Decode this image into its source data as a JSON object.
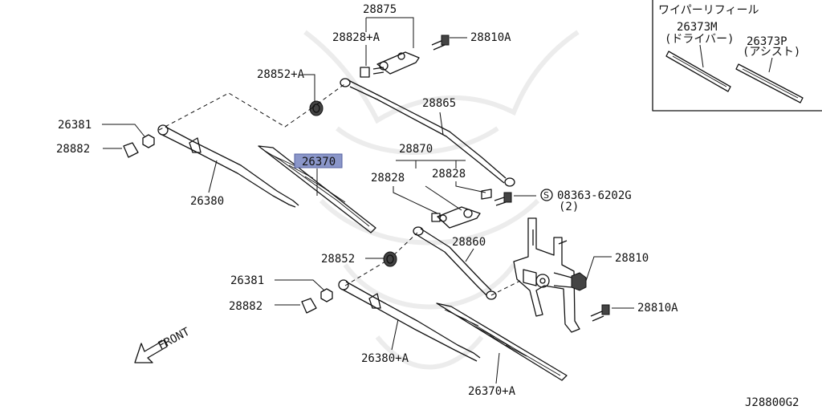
{
  "parts": {
    "p28875": "28875",
    "p28828A": "28828+A",
    "p28810A_top": "28810A",
    "p28852A": "28852+A",
    "p28865": "28865",
    "p26381_top": "26381",
    "p28882_top": "28882",
    "p26370": "26370",
    "p28870": "28870",
    "p28828_left": "28828",
    "p28828_right": "28828",
    "p08363": "08363-6202G",
    "p08363_qty": "(2)",
    "p08363_symbol": "S",
    "p26380": "26380",
    "p28852": "28852",
    "p28860": "28860",
    "p28810": "28810",
    "p26381_bot": "26381",
    "p28882_bot": "28882",
    "p28810A_bot": "28810A",
    "p26380A": "26380+A",
    "p26370A": "26370+A"
  },
  "inset": {
    "title": "ワイパーリフィール",
    "driver_part": "26373M",
    "driver_label": "(ドライバー)",
    "assist_part": "26373P",
    "assist_label": "(アシスト)"
  },
  "front_label": "FRONT",
  "diagram_code": "J28800G2",
  "colors": {
    "highlight": "#8a96c9"
  }
}
